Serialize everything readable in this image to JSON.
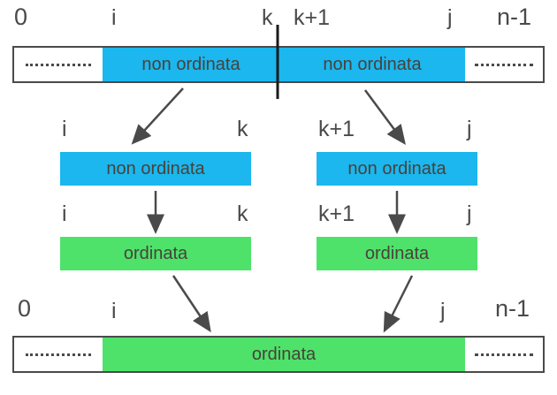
{
  "colors": {
    "cyan": "#1bb7ee",
    "green": "#4ee26b",
    "arrow": "#4a4a4a",
    "divider": "#1a1a1a",
    "label_text": "#4a4a4a",
    "bar_text": "#49413a",
    "bar_border": "#4a4a4a",
    "dots": "#4a4a4a"
  },
  "top_row": {
    "labels": {
      "zero": "0",
      "i": "i",
      "k": "k",
      "k_plus_1": "k+1",
      "j": "j",
      "n_minus_1": "n-1"
    },
    "segments": {
      "left_unsorted": "non ordinata",
      "right_unsorted": "non ordinata"
    }
  },
  "middle": {
    "left": {
      "start_label": "i",
      "end_label": "k",
      "unsorted": "non ordinata",
      "start_label_2": "i",
      "end_label_2": "k",
      "sorted": "ordinata"
    },
    "right": {
      "start_label": "k+1",
      "end_label": "j",
      "unsorted": "non ordinata",
      "start_label_2": "k+1",
      "end_label_2": "j",
      "sorted": "ordinata"
    }
  },
  "bottom_row": {
    "labels": {
      "zero": "0",
      "i": "i",
      "j": "j",
      "n_minus_1": "n-1"
    },
    "segment_sorted": "ordinata"
  }
}
